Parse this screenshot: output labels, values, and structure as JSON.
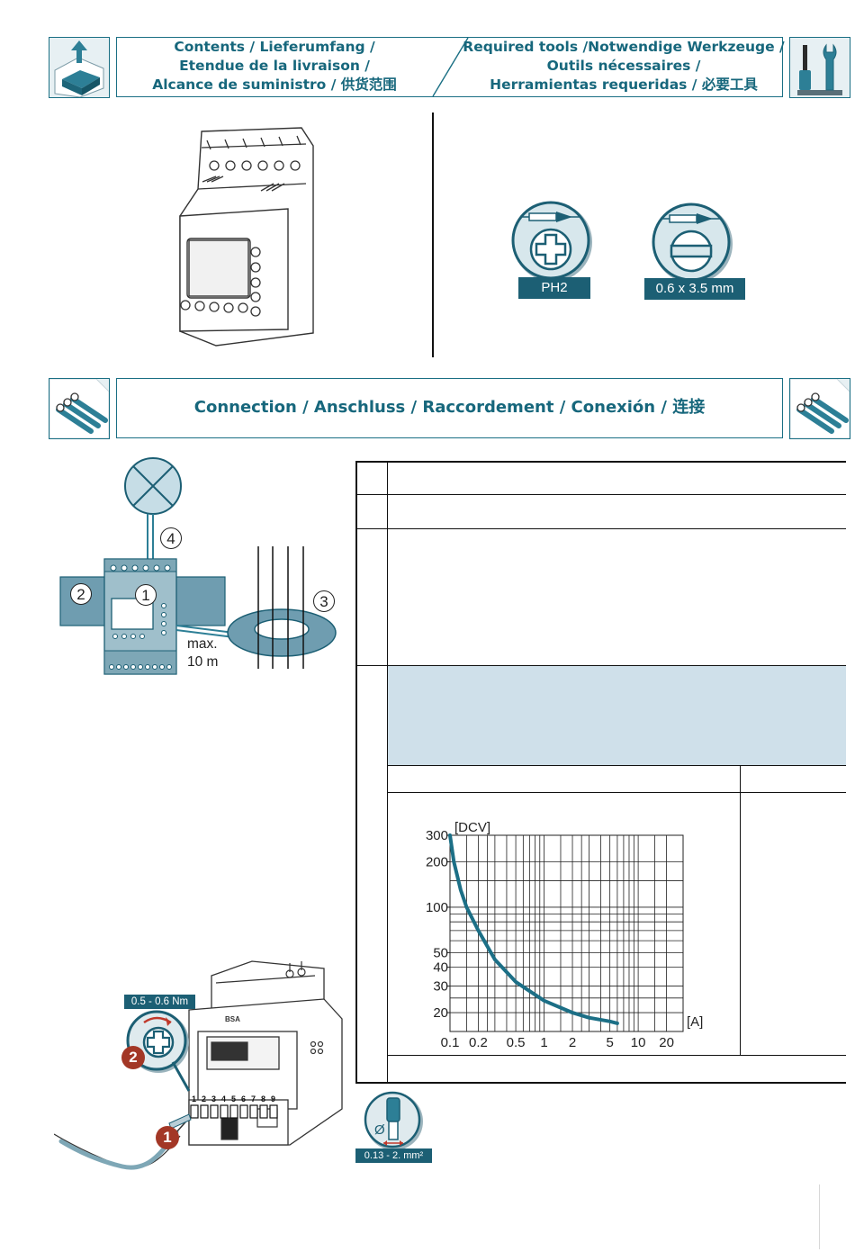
{
  "header": {
    "contents_lines": [
      "Contents / Lieferumfang /",
      "Etendue de la livraison /",
      "Alcance de suministro / 供货范围"
    ],
    "tools_lines": [
      "Required tools /Notwendige Werkzeuge /",
      "Outils nécessaires /",
      "Herramientas requeridas / 必要工具"
    ]
  },
  "tools": {
    "phillips_label": "PH2",
    "flat_label": "0.6 x 3.5 mm"
  },
  "connection": {
    "title": "Connection / Anschluss / Raccordement / Conexión / 连接"
  },
  "diagram": {
    "callouts": [
      "1",
      "2",
      "3",
      "4"
    ],
    "distance_label_line1": "max.",
    "distance_label_line2": "10 m"
  },
  "torque": {
    "value": "0.5 - 0.6 Nm",
    "step_1": "1",
    "step_2": "2",
    "device_marking": "BSA",
    "terminal_numbers": [
      "1",
      "2",
      "3",
      "4",
      "5",
      "6",
      "7",
      "8",
      "9"
    ]
  },
  "wire": {
    "cross_section": "0.13 - 2. mm²",
    "diameter_symbol": "Ø"
  },
  "chart_data": {
    "type": "line",
    "xlabel": "[A]",
    "ylabel": "[DCV]",
    "xscale": "log",
    "yscale": "log",
    "xlim": [
      0.1,
      30
    ],
    "ylim": [
      15,
      300
    ],
    "x_ticks": [
      "0.1",
      "0.2",
      "0.5",
      "1",
      "2",
      "5",
      "10",
      "20"
    ],
    "y_ticks": [
      "300",
      "200",
      "100",
      "50",
      "40",
      "30",
      "20"
    ],
    "grid": true,
    "series": [
      {
        "x": [
          0.1,
          0.11,
          0.13,
          0.15,
          0.2,
          0.3,
          0.5,
          1,
          2,
          3,
          5,
          6
        ],
        "y": [
          300,
          200,
          130,
          100,
          70,
          45,
          32,
          24,
          20,
          18.5,
          17.5,
          17
        ]
      }
    ]
  }
}
